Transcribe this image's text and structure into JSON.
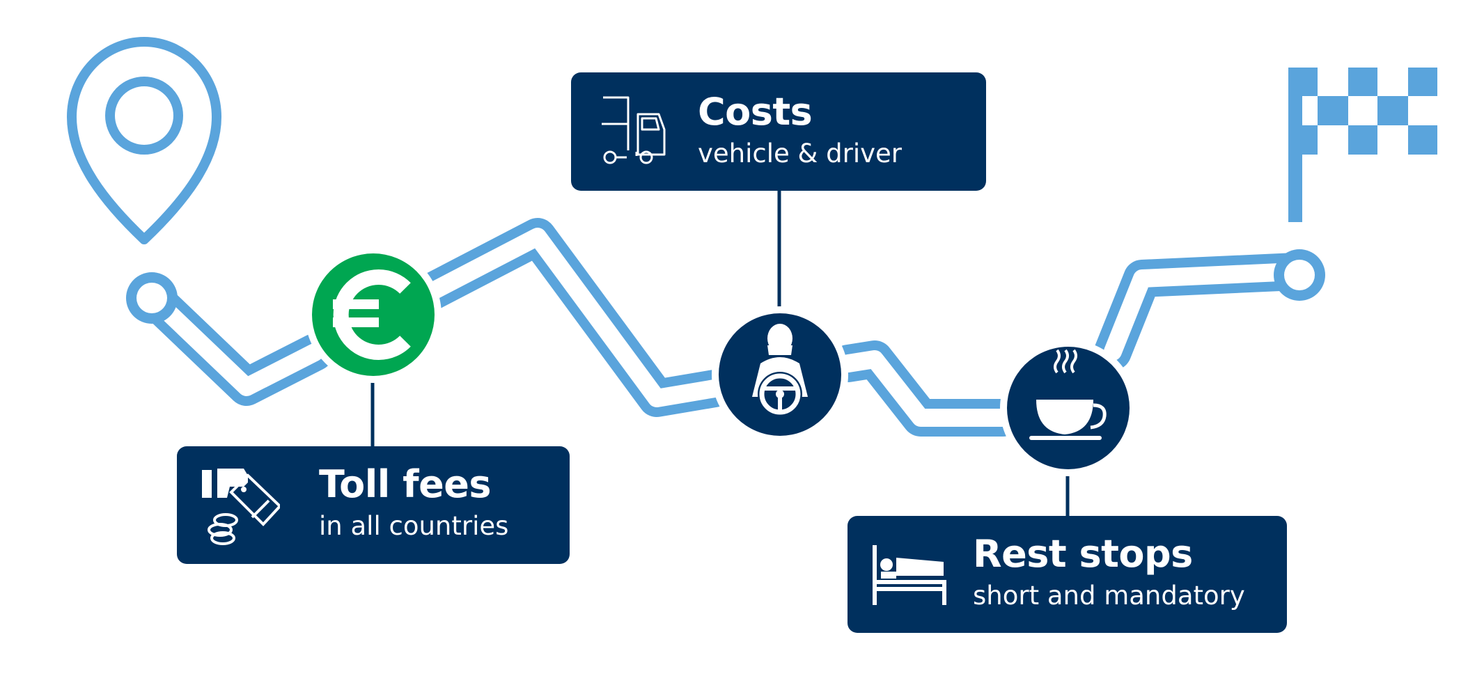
{
  "colors": {
    "route": "#5aa4dc",
    "card_bg": "#00305e",
    "node_dark": "#00305e",
    "toll_node": "#00a651",
    "text": "#ffffff",
    "background": "#ffffff"
  },
  "cards": {
    "costs": {
      "title": "Costs",
      "subtitle": "vehicle & driver",
      "icon": "truck-icon"
    },
    "toll": {
      "title": "Toll fees",
      "subtitle": "in all countries",
      "icon": "payment-hand-coins-icon"
    },
    "rest": {
      "title": "Rest stops",
      "subtitle": "short and mandatory",
      "icon": "bed-icon"
    }
  },
  "nodes": {
    "start": {
      "icon": "location-pin-icon"
    },
    "toll": {
      "icon": "euro-icon"
    },
    "driver": {
      "icon": "driver-steering-wheel-icon"
    },
    "rest": {
      "icon": "coffee-cup-icon"
    },
    "finish": {
      "icon": "checkered-flag-icon"
    }
  }
}
